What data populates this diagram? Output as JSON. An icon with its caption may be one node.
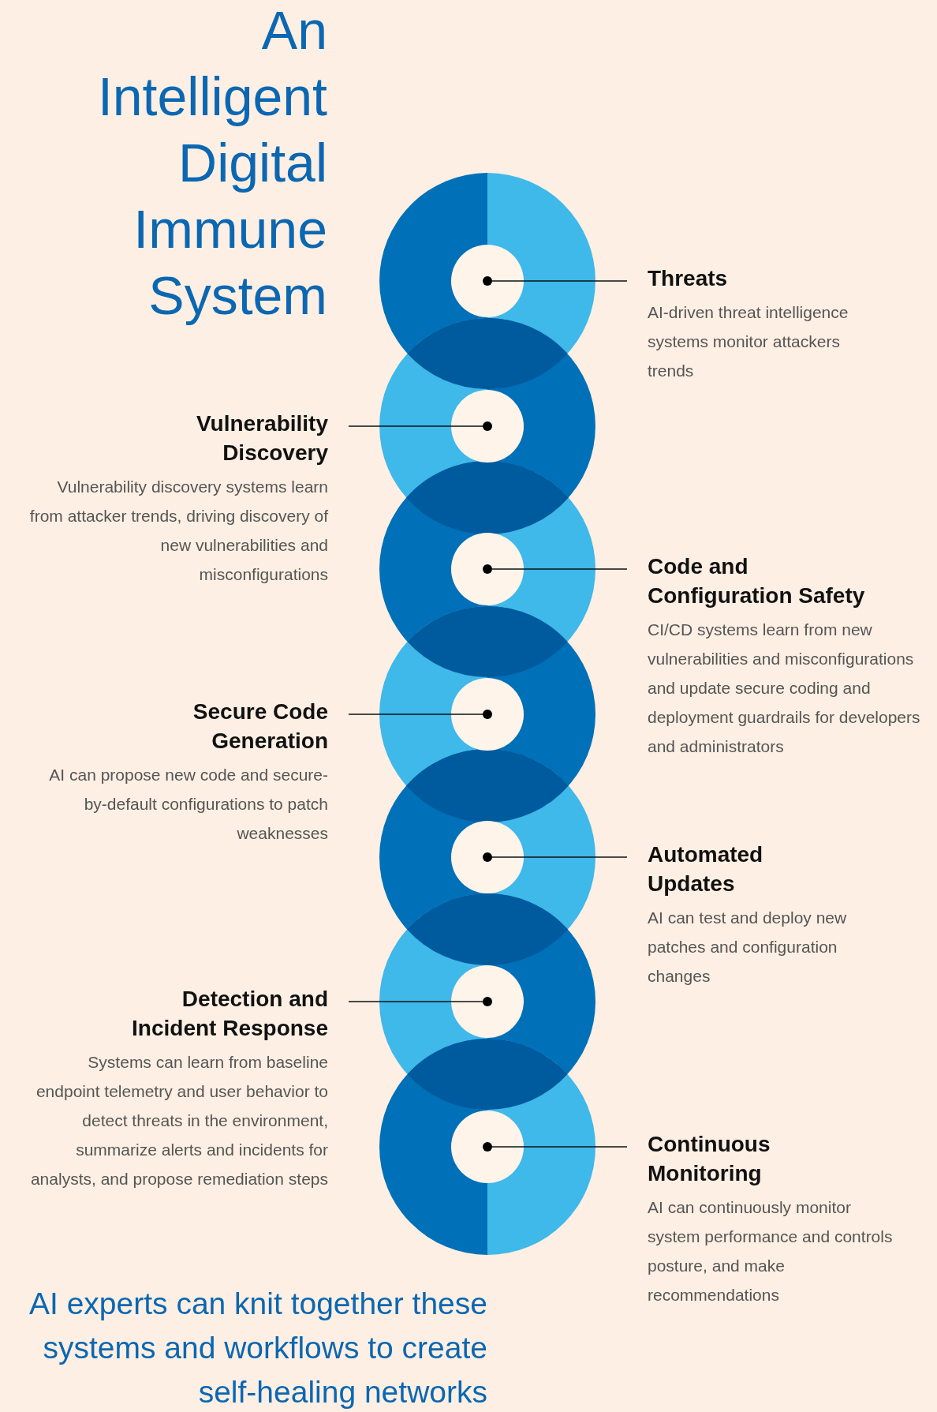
{
  "diagram": {
    "title": "An Intelligent Digital Immune System",
    "caption": "AI experts can knit together these systems and workflows to create self-healing networks",
    "nodes": [
      {
        "text": [
          "Threats",
          "AI-driven threat intelligence systems monitor attackers trends"
        ]
      },
      {
        "text": [
          "Vulnerability Discovery",
          "Vulnerability discovery systems learn from attacker trends, driving discovery of new vulnerabilities and misconfigurations"
        ]
      },
      {
        "text": [
          "Code and Configuration Safety",
          "CI/CD systems learn from new vulnerabilities and misconfigurations and update secure coding and deployment guardrails for developers and administrators"
        ]
      },
      {
        "text": [
          "Secure Code Generation",
          "AI can propose new code and secure-by-default configurations to patch weaknesses"
        ]
      },
      {
        "text": [
          "Automated Updates",
          "AI can test and deploy new patches and configuration changes"
        ]
      },
      {
        "text": [
          "Detection and Incident Response",
          "Systems can learn from baseline endpoint telemetry and user behavior to detect threats in the environment, summarize alerts and incidents for analysts, and propose remediation steps"
        ]
      },
      {
        "text": [
          "Continuous Monitoring",
          "AI can continuously monitor system performance and controls posture, and make recommendations"
        ]
      },
      {
        "text": [],
        "shape": "circle"
      },
      {
        "text": [],
        "shape": "circle"
      },
      {
        "text": [],
        "shape": "circle"
      },
      {
        "text": [],
        "shape": "circle"
      },
      {
        "text": [],
        "shape": "circle"
      },
      {
        "text": [],
        "shape": "circle"
      },
      {
        "text": [],
        "shape": "circle"
      }
    ],
    "edges": [
      {
        "from": 0,
        "to": 7,
        "arrow": "none"
      },
      {
        "from": 1,
        "to": 8,
        "arrow": "none"
      },
      {
        "from": 2,
        "to": 9,
        "arrow": "none"
      },
      {
        "from": 3,
        "to": 10,
        "arrow": "none"
      },
      {
        "from": 4,
        "to": 11,
        "arrow": "none"
      },
      {
        "from": 5,
        "to": 12,
        "arrow": "none"
      },
      {
        "from": 6,
        "to": 13,
        "arrow": "none"
      }
    ]
  }
}
